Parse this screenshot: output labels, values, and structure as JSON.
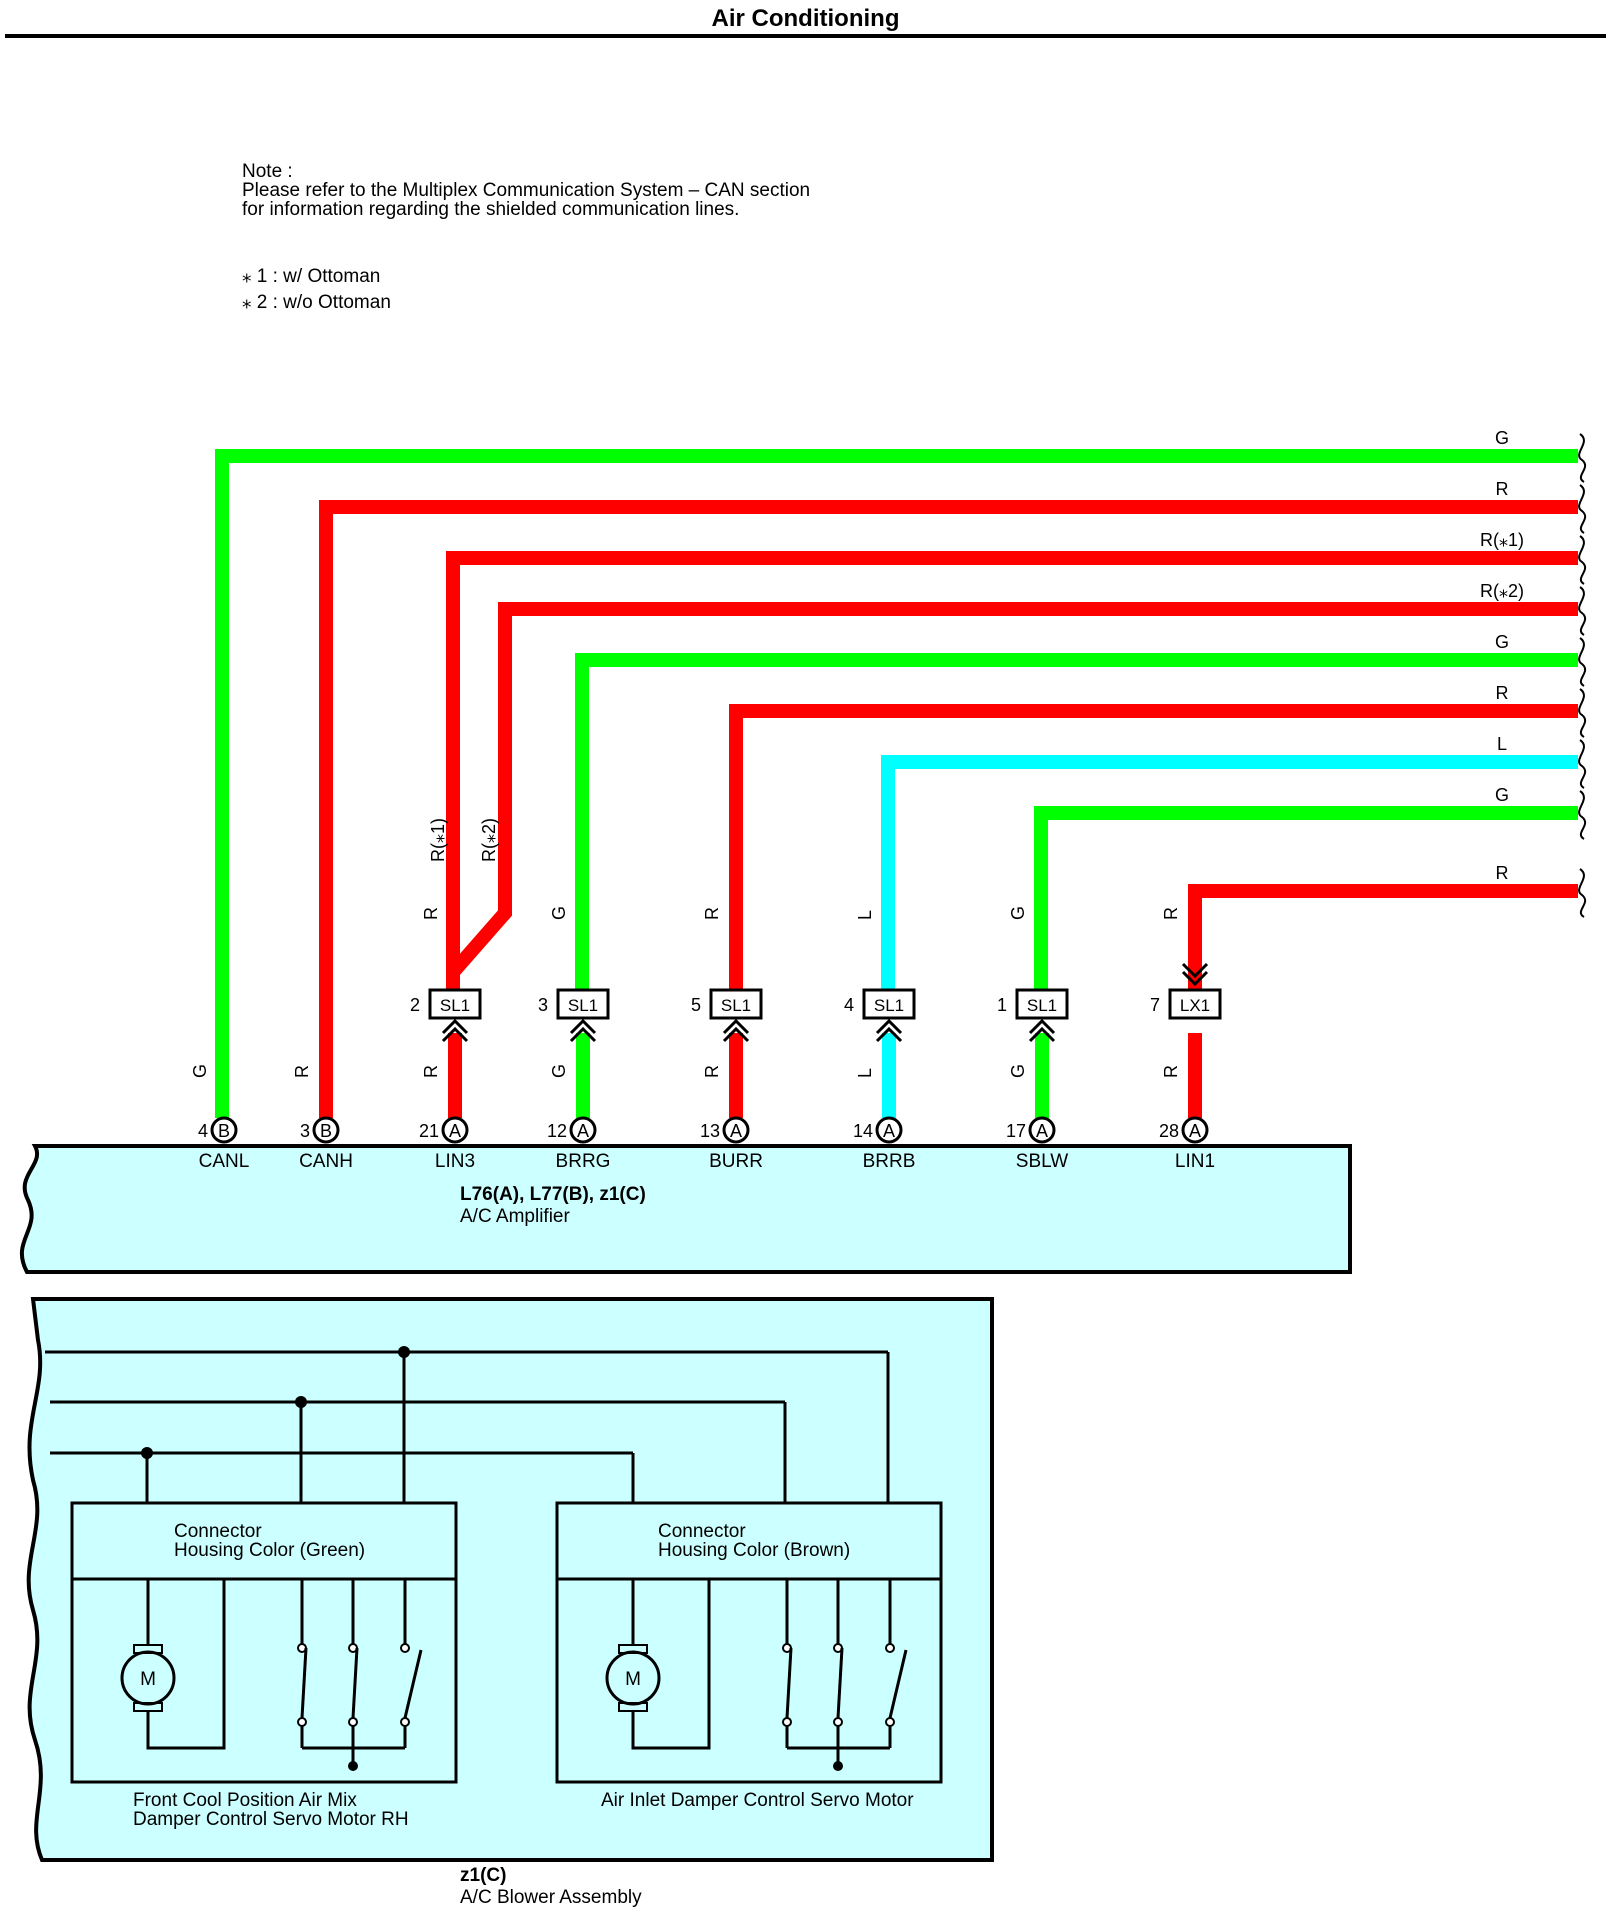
{
  "page": {
    "title": "Air Conditioning"
  },
  "note": {
    "heading": "Note :",
    "line1": "Please refer to the Multiplex Communication System – CAN section",
    "line2": "for information regarding the shielded communication lines."
  },
  "legend": {
    "item1": "⁎ 1 : w/ Ottoman",
    "item2": "⁎ 2 : w/o Ottoman"
  },
  "colors": {
    "G": "#00ff00",
    "R": "#ff0000",
    "L": "#00ffff",
    "component_fill": "#ccffff"
  },
  "wires": [
    {
      "label": "G",
      "color": "G"
    },
    {
      "label": "R",
      "color": "R"
    },
    {
      "label": "R(⁎1)",
      "color": "R"
    },
    {
      "label": "R(⁎2)",
      "color": "R"
    },
    {
      "label": "G",
      "color": "G"
    },
    {
      "label": "R",
      "color": "R"
    },
    {
      "label": "L",
      "color": "L"
    },
    {
      "label": "G",
      "color": "G"
    },
    {
      "label": "R",
      "color": "R"
    }
  ],
  "vertical_labels": {
    "r1": "R(⁎1)",
    "r2": "R(⁎2)"
  },
  "pins": [
    {
      "pin": "4",
      "connector": "B",
      "terminal": "CANL",
      "wire_color": "G",
      "junction": null,
      "junction_pin": null
    },
    {
      "pin": "3",
      "connector": "B",
      "terminal": "CANH",
      "wire_color": "R",
      "junction": null,
      "junction_pin": null
    },
    {
      "pin": "21",
      "connector": "A",
      "terminal": "LIN3",
      "wire_color": "R",
      "junction": "SL1",
      "junction_pin": "2"
    },
    {
      "pin": "12",
      "connector": "A",
      "terminal": "BRRG",
      "wire_color": "G",
      "junction": "SL1",
      "junction_pin": "3"
    },
    {
      "pin": "13",
      "connector": "A",
      "terminal": "BURR",
      "wire_color": "R",
      "junction": "SL1",
      "junction_pin": "5"
    },
    {
      "pin": "14",
      "connector": "A",
      "terminal": "BRRB",
      "wire_color": "L",
      "junction": "SL1",
      "junction_pin": "4"
    },
    {
      "pin": "17",
      "connector": "A",
      "terminal": "SBLW",
      "wire_color": "G",
      "junction": "SL1",
      "junction_pin": "1"
    },
    {
      "pin": "28",
      "connector": "A",
      "terminal": "LIN1",
      "wire_color": "R",
      "junction": "LX1",
      "junction_pin": "7"
    }
  ],
  "amplifier": {
    "code": "L76(A), L77(B), z1(C)",
    "name": "A/C Amplifier"
  },
  "blower": {
    "code": "z1(C)",
    "name": "A/C Blower Assembly",
    "motors": [
      {
        "connector_line1": "Connector",
        "connector_line2": "Housing Color (Green)",
        "motor_symbol": "M",
        "name_line1": "Front Cool Position Air Mix",
        "name_line2": "Damper Control Servo Motor RH"
      },
      {
        "connector_line1": "Connector",
        "connector_line2": "Housing Color (Brown)",
        "motor_symbol": "M",
        "name_line1": "Air Inlet Damper Control Servo Motor",
        "name_line2": ""
      }
    ]
  }
}
